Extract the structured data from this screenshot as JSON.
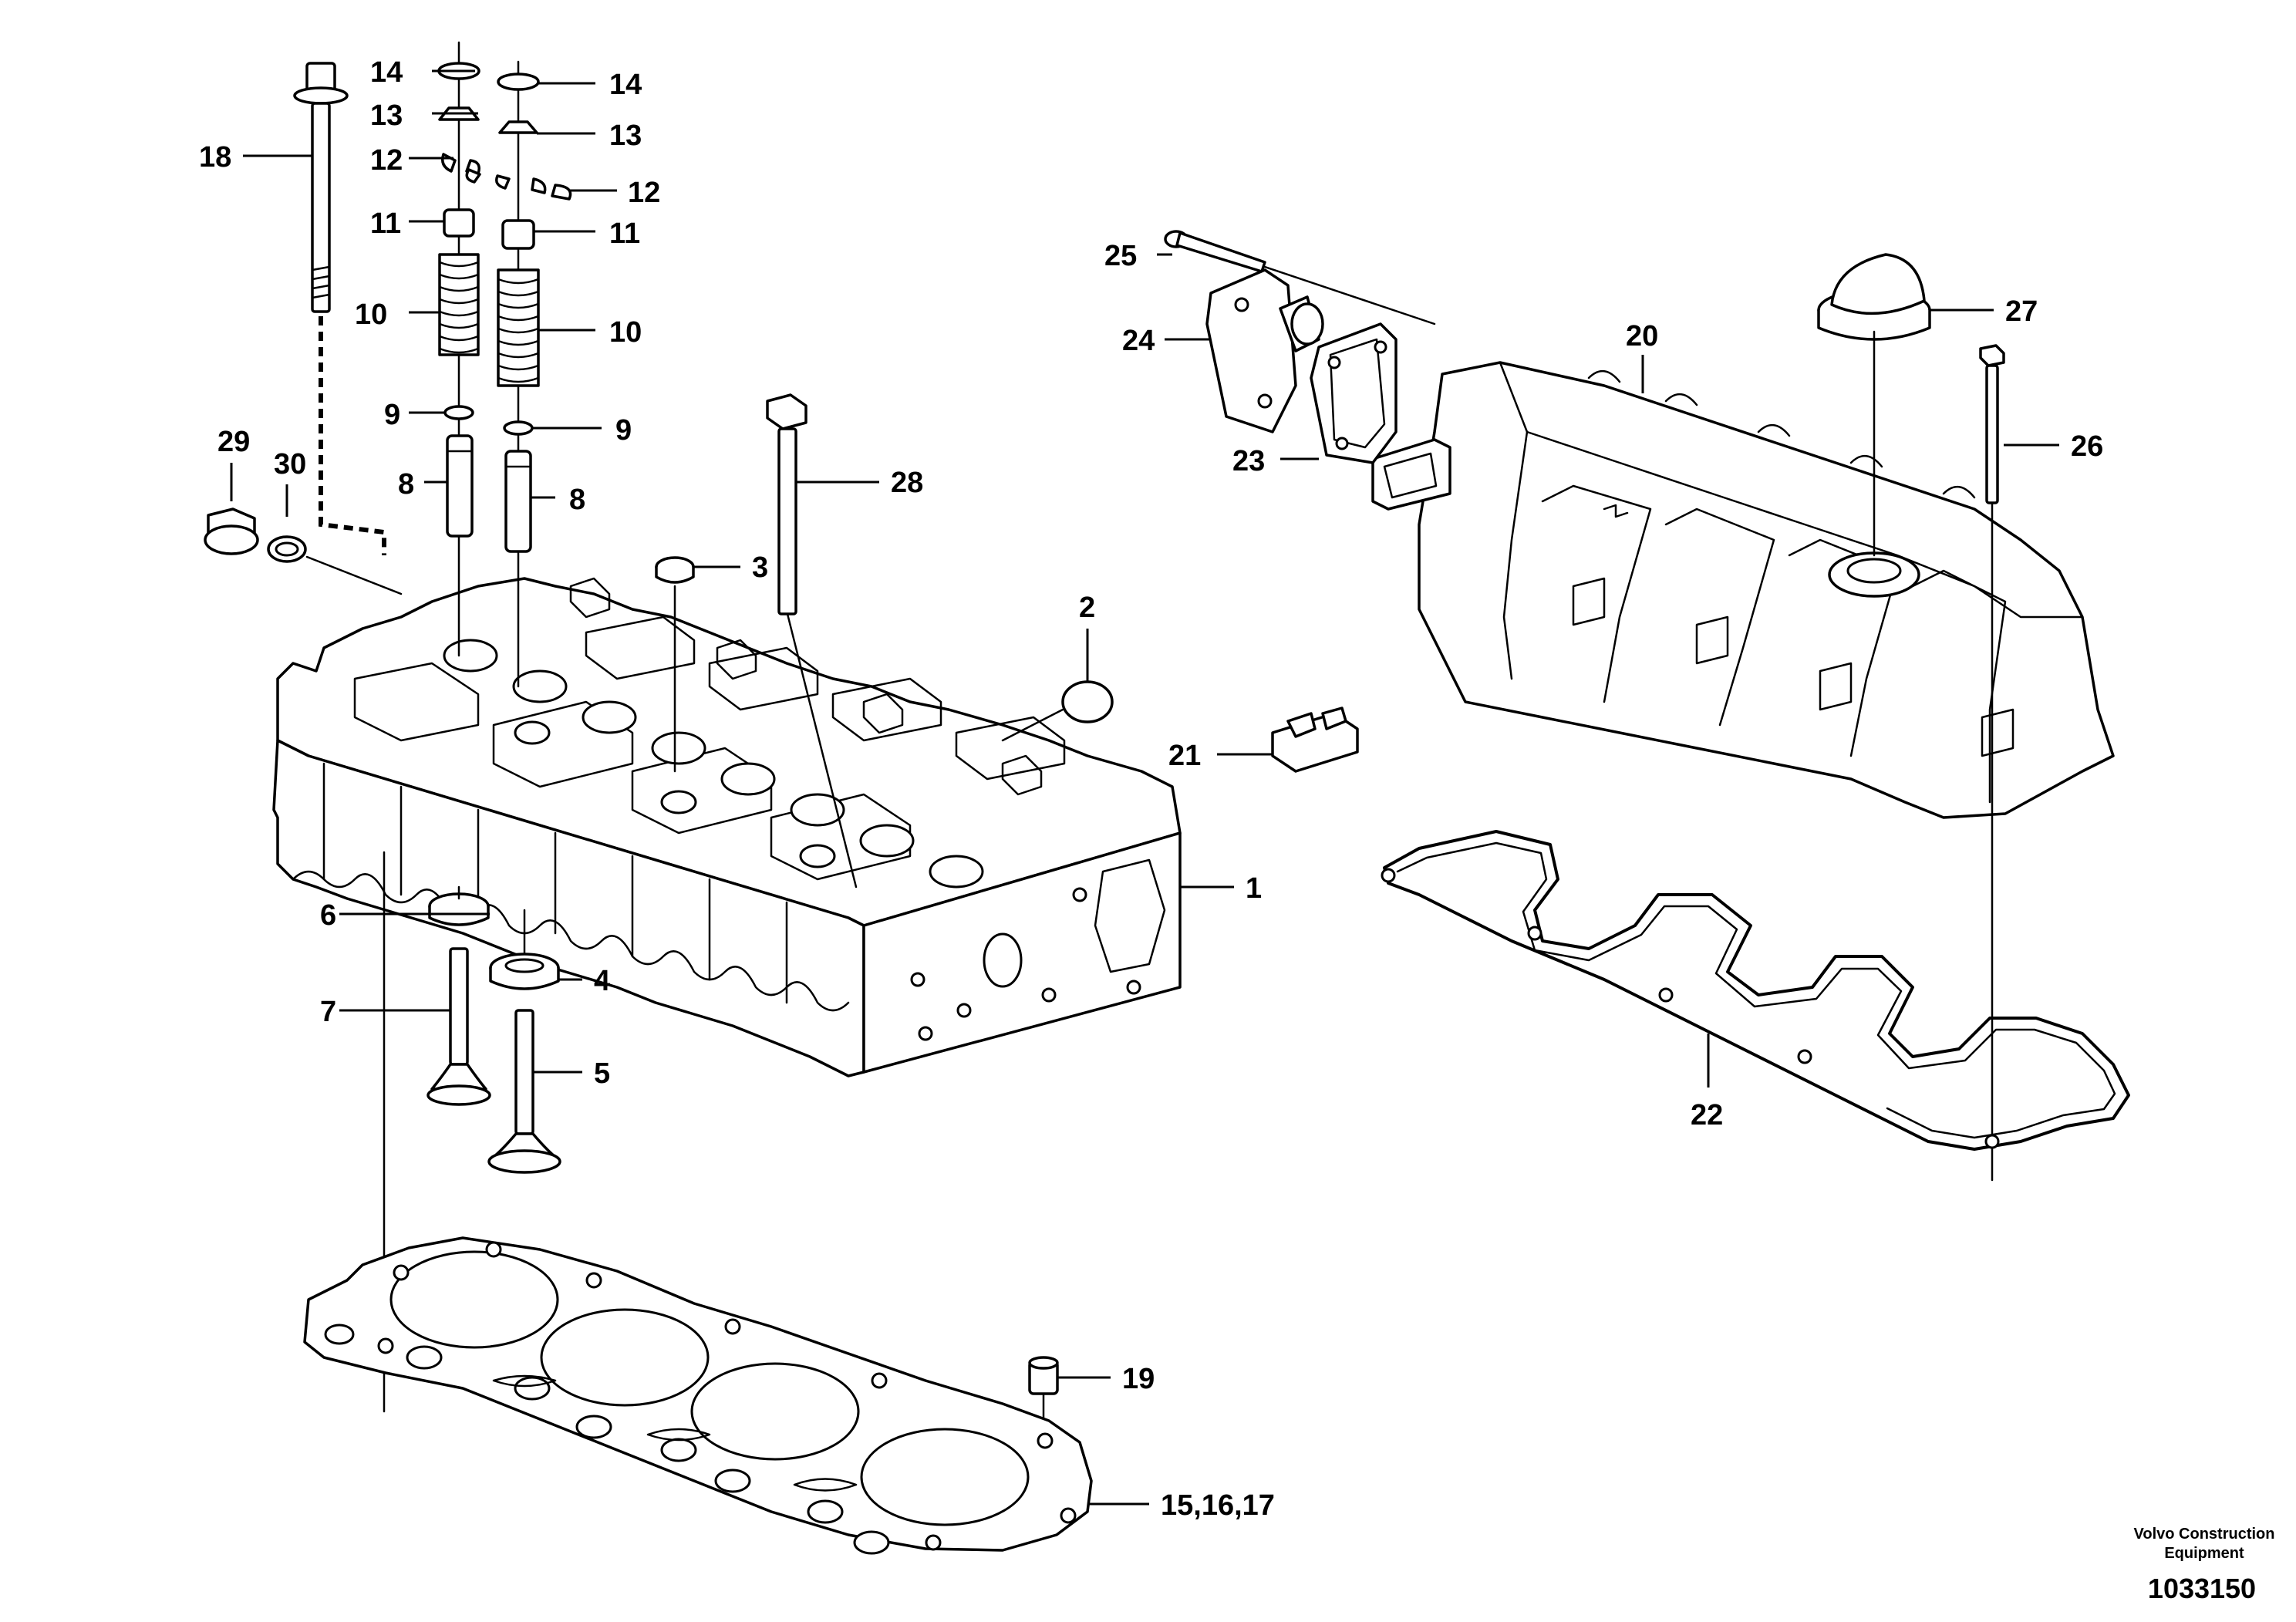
{
  "callouts": {
    "c1": "1",
    "c2": "2",
    "c3": "3",
    "c4": "4",
    "c5": "5",
    "c6": "6",
    "c7": "7",
    "c8a": "8",
    "c8b": "8",
    "c9a": "9",
    "c9b": "9",
    "c10a": "10",
    "c10b": "10",
    "c11a": "11",
    "c11b": "11",
    "c12a": "12",
    "c12b": "12",
    "c13a": "13",
    "c13b": "13",
    "c14a": "14",
    "c14b": "14",
    "c15": "15,16,17",
    "c18": "18",
    "c19": "19",
    "c20": "20",
    "c21": "21",
    "c22": "22",
    "c23": "23",
    "c24": "24",
    "c25": "25",
    "c26": "26",
    "c27": "27",
    "c28": "28",
    "c29": "29",
    "c30": "30"
  },
  "footer": {
    "brand_line1": "Volvo Construction",
    "brand_line2": "Equipment",
    "document_number": "1033150"
  }
}
